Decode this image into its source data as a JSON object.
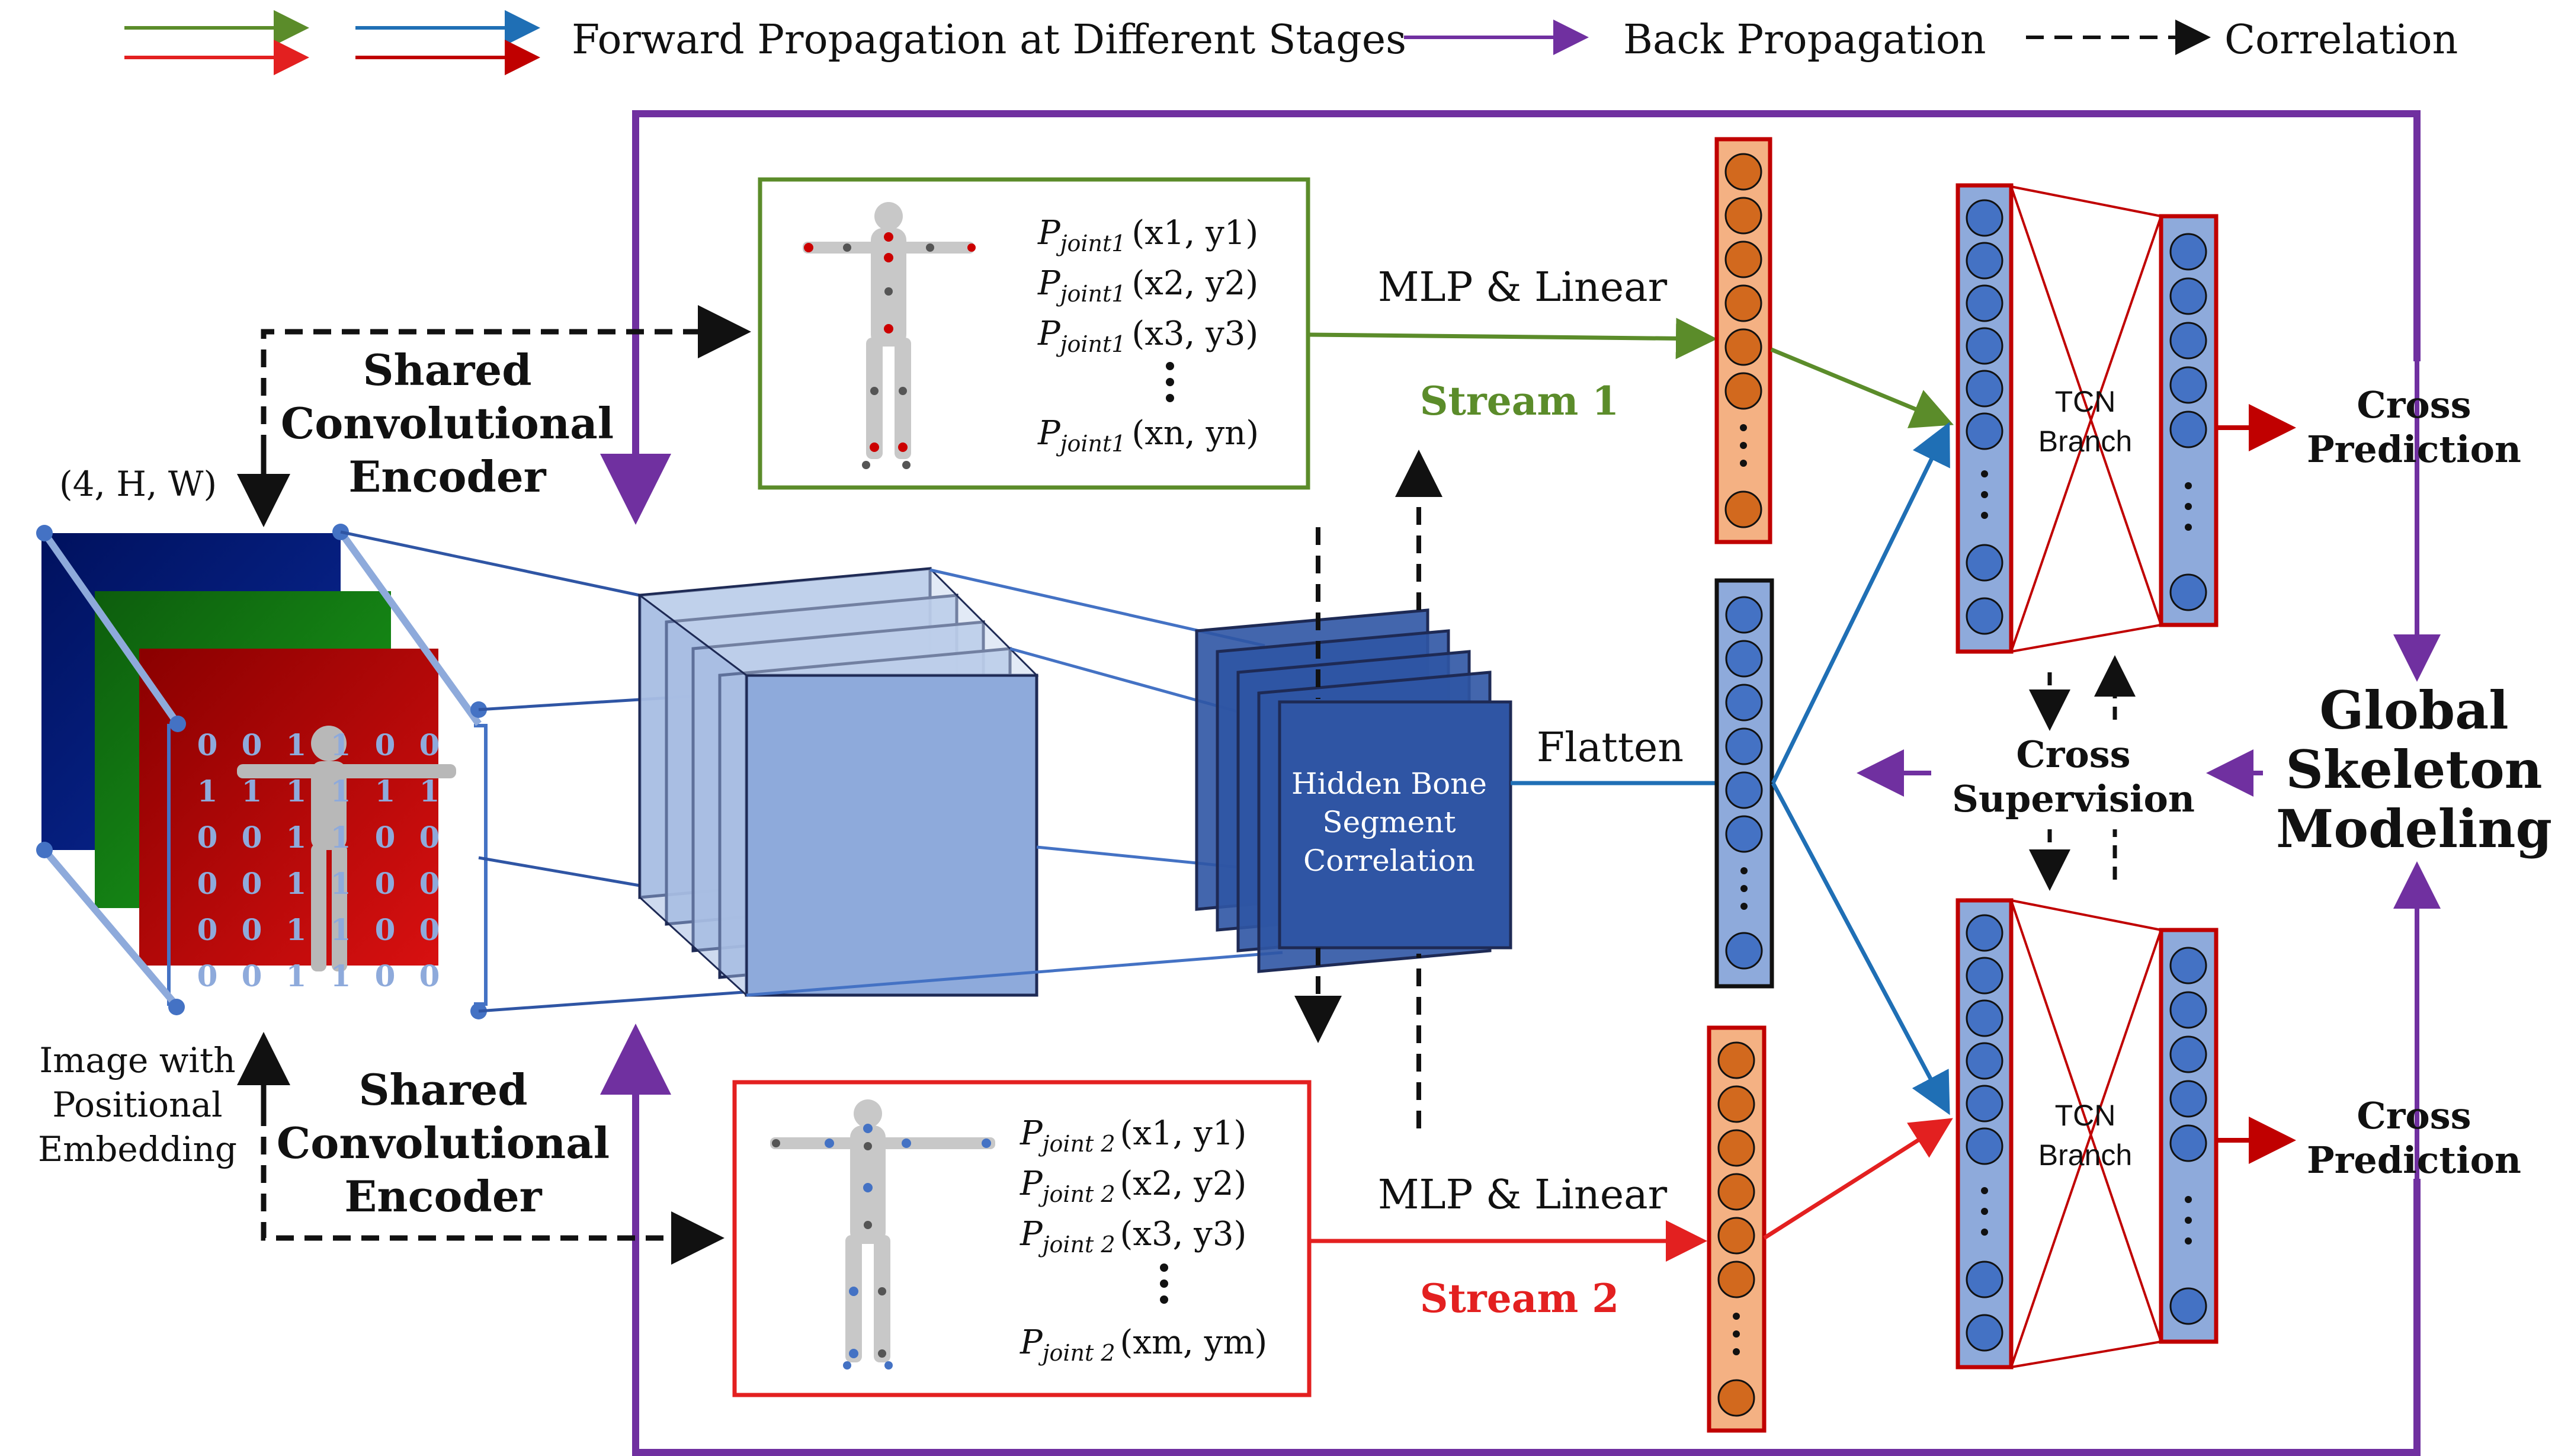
{
  "legend": {
    "forward": "Forward Propagation at Different Stages",
    "back": "Back Propagation",
    "correlation": "Correlation"
  },
  "input": {
    "dims": "(4, H, W)",
    "caption_line1": "Image with",
    "caption_line2": "Positional",
    "caption_line3": "Embedding",
    "grid_rows": [
      [
        "0",
        "0",
        "1",
        "1",
        "0",
        "0"
      ],
      [
        "1",
        "1",
        "1",
        "1",
        "1",
        "1"
      ],
      [
        "0",
        "0",
        "1",
        "1",
        "0",
        "0"
      ],
      [
        "0",
        "0",
        "1",
        "1",
        "0",
        "0"
      ],
      [
        "0",
        "0",
        "1",
        "1",
        "0",
        "0"
      ],
      [
        "0",
        "0",
        "1",
        "1",
        "0",
        "0"
      ]
    ]
  },
  "encoder": {
    "top_line1": "Shared",
    "top_line2": "Convolutional",
    "top_line3": "Encoder",
    "bottom_line1": "Shared",
    "bottom_line2": "Convolutional",
    "bottom_line3": "Encoder"
  },
  "stream1": {
    "joints": [
      {
        "p": "P",
        "sub": "joint1",
        "coords": "(x1, y1)"
      },
      {
        "p": "P",
        "sub": "joint1",
        "coords": "(x2, y2)"
      },
      {
        "p": "P",
        "sub": "joint1",
        "coords": "(x3, y3)"
      },
      {
        "p": "P",
        "sub": "joint1",
        "coords": "(xn, yn)"
      }
    ],
    "mlp_label": "MLP & Linear",
    "name": "Stream 1"
  },
  "stream2": {
    "joints": [
      {
        "p": "P",
        "sub": "joint 2",
        "coords": "(x1, y1)"
      },
      {
        "p": "P",
        "sub": "joint 2",
        "coords": "(x2, y2)"
      },
      {
        "p": "P",
        "sub": "joint 2",
        "coords": "(x3, y3)"
      },
      {
        "p": "P",
        "sub": "joint 2",
        "coords": "(xm, ym)"
      }
    ],
    "mlp_label": "MLP & Linear",
    "name": "Stream 2"
  },
  "hidden": {
    "line1": "Hidden Bone",
    "line2": "Segment",
    "line3": "Correlation"
  },
  "flatten_label": "Flatten",
  "tcn": {
    "line1": "TCN",
    "line2": "Branch"
  },
  "cross_prediction": {
    "line1": "Cross",
    "line2": "Prediction"
  },
  "cross_supervision": {
    "line1": "Cross",
    "line2": "Supervision"
  },
  "global": {
    "line1": "Global",
    "line2": "Skeleton",
    "line3": "Modeling"
  },
  "colors": {
    "green": "#5b8c2a",
    "red": "#e32020",
    "blue": "#1f6fb5",
    "darkred": "#c00000",
    "purple": "#7030a0",
    "orange_fill": "#f4b183",
    "orange_node": "#d2691e",
    "blue_fill": "#8eaadb",
    "blue_node": "#4472c4"
  }
}
